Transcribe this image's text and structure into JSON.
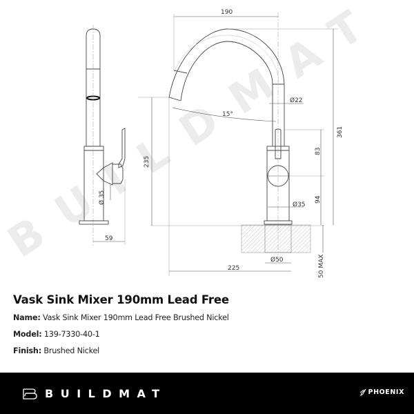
{
  "drawing": {
    "watermark": "BUILDMAT",
    "side_view": {
      "dimensions": {
        "base_diameter": "Ø 35",
        "reach": "59"
      }
    },
    "front_view": {
      "dimensions": {
        "spout_reach": "190",
        "spout_diameter": "Ø22",
        "spout_angle": "15°",
        "total_height": "361",
        "spout_outlet_height": "235",
        "handle_height": "83",
        "handle_center_height": "94",
        "body_diameter": "Ø35",
        "hole_diameter": "Ø50",
        "overall_length": "225",
        "bench_thickness": "50 MAX"
      }
    }
  },
  "product": {
    "title": "Vask Sink Mixer 190mm Lead Free",
    "fields": [
      {
        "label": "Name:",
        "value": "Vask Sink Mixer 190mm Lead Free Brushed Nickel"
      },
      {
        "label": "Model:",
        "value": "139-7330-40-1"
      },
      {
        "label": "Finish:",
        "value": "Brushed Nickel"
      }
    ]
  },
  "footer": {
    "brand": "BUILDMAT",
    "brand_icon": "buildmat-b-logo-icon",
    "partner": "PHOENIX",
    "partner_icon": "phoenix-feather-icon",
    "background": "#000000"
  }
}
